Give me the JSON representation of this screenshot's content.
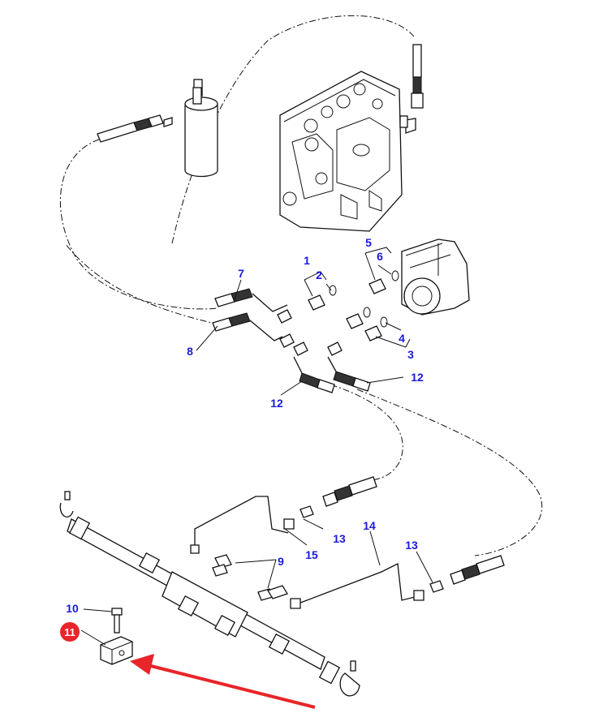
{
  "diagram": {
    "type": "exploded-parts-diagram",
    "subject": "Steering hydraulic lines and steering cylinder assembly",
    "highlight_color": "#e8252a",
    "label_color": "#1a1adb",
    "highlighted_part": "11",
    "callouts": [
      {
        "id": "1",
        "text": "1"
      },
      {
        "id": "2",
        "text": "2"
      },
      {
        "id": "3",
        "text": "3"
      },
      {
        "id": "4",
        "text": "4"
      },
      {
        "id": "5",
        "text": "5"
      },
      {
        "id": "6",
        "text": "6"
      },
      {
        "id": "7",
        "text": "7"
      },
      {
        "id": "8",
        "text": "8"
      },
      {
        "id": "9",
        "text": "9"
      },
      {
        "id": "10",
        "text": "10"
      },
      {
        "id": "11",
        "text": "11"
      },
      {
        "id": "12a",
        "text": "12"
      },
      {
        "id": "12b",
        "text": "12"
      },
      {
        "id": "13a",
        "text": "13"
      },
      {
        "id": "13b",
        "text": "13"
      },
      {
        "id": "14",
        "text": "14"
      },
      {
        "id": "15",
        "text": "15"
      }
    ]
  }
}
